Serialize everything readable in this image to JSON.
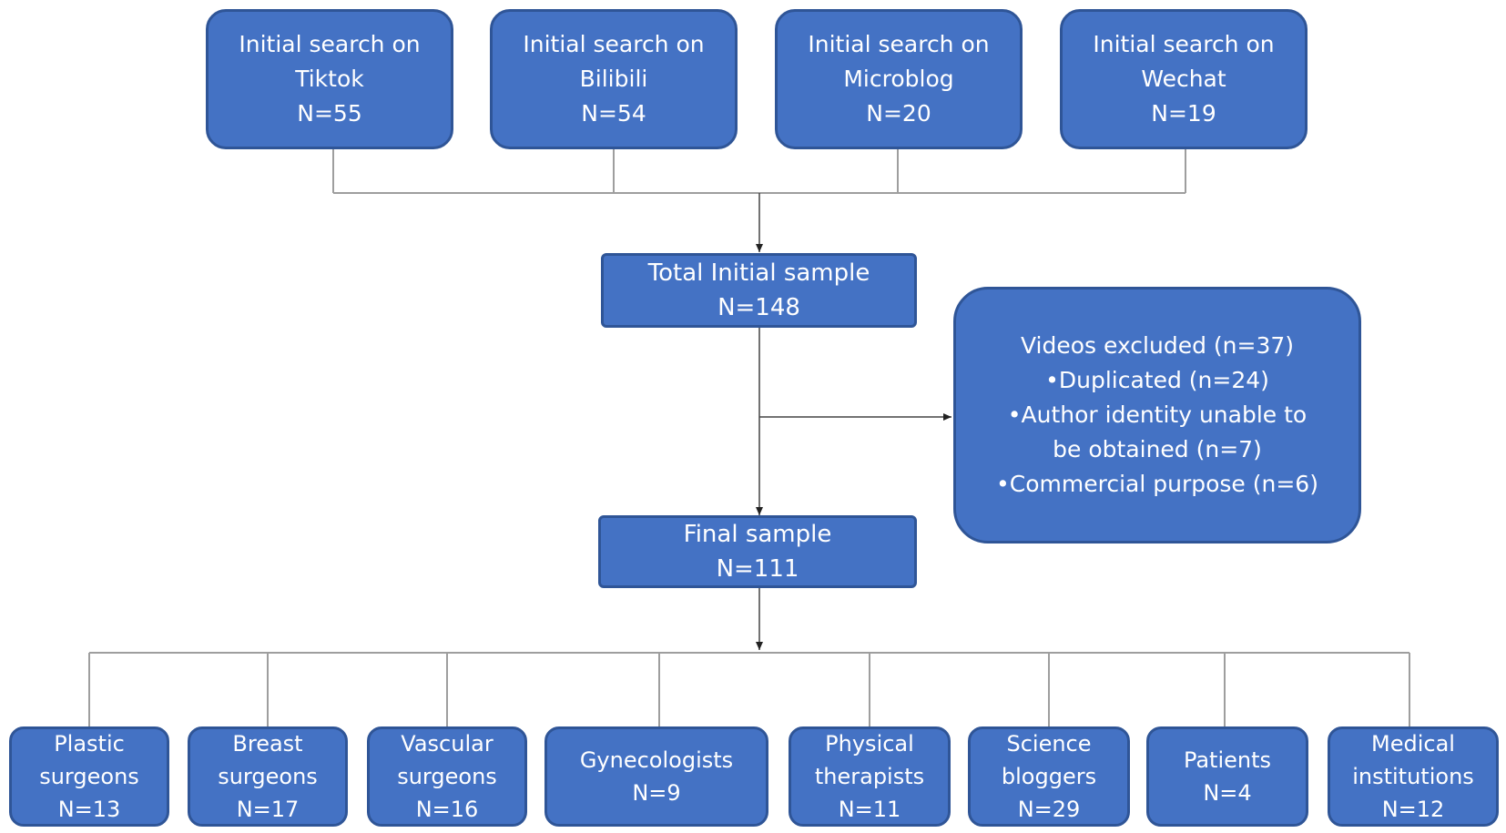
{
  "sources": [
    {
      "line1": "Initial search on",
      "line2": "Tiktok",
      "count": "N=55"
    },
    {
      "line1": "Initial search on",
      "line2": "Bilibili",
      "count": "N=54"
    },
    {
      "line1": "Initial search on",
      "line2": "Microblog",
      "count": "N=20"
    },
    {
      "line1": "Initial search on",
      "line2": "Wechat",
      "count": "N=19"
    }
  ],
  "total": {
    "label": "Total Initial sample",
    "count": "N=148"
  },
  "excluded": {
    "title": "Videos excluded (n=37)",
    "items": [
      "•Duplicated (n=24)",
      "•Author identity unable to",
      "be obtained (n=7)",
      "•Commercial purpose (n=6)"
    ]
  },
  "final": {
    "label": "Final sample",
    "count": "N=111"
  },
  "categories": [
    {
      "line1": "Plastic",
      "line2": "surgeons",
      "count": "N=13"
    },
    {
      "line1": "Breast",
      "line2": "surgeons",
      "count": "N=17"
    },
    {
      "line1": "Vascular",
      "line2": "surgeons",
      "count": "N=16"
    },
    {
      "line1": "Gynecologists",
      "line2": "",
      "count": "N=9"
    },
    {
      "line1": "Physical",
      "line2": "therapists",
      "count": "N=11"
    },
    {
      "line1": "Science",
      "line2": "bloggers",
      "count": "N=29"
    },
    {
      "line1": "Patients",
      "line2": "",
      "count": "N=4"
    },
    {
      "line1": "Medical",
      "line2": "institutions",
      "count": "N=12"
    }
  ],
  "colors": {
    "box_fill": "#4472c4",
    "box_border": "#2f5597",
    "text": "#ffffff",
    "connector": "#9e9e9e"
  }
}
